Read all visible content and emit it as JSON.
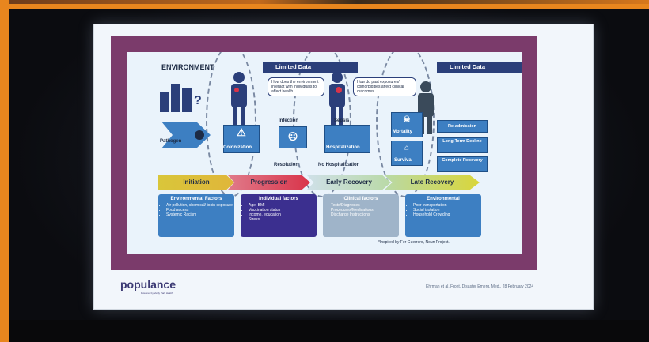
{
  "slide": {
    "environment_label": "ENVIRONMENT",
    "limited_data_1": "Limited Data",
    "limited_data_2": "Limited Data",
    "question_1": "How does the environment interact with individuals to affect health",
    "question_2": "How do past exposures/ comorbidities affect clinical outcomes",
    "pathogen": "Pathogen",
    "colonization": "Colonization",
    "infection": "Infection",
    "resolution": "Resolution",
    "sepsis": "Sepsis",
    "hospitalization": "Hospitalization",
    "no_hospitalization": "No Hospitalization",
    "mortality": "Mortality",
    "survival": "Survival",
    "readmission": "Re-admission",
    "long_term_decline": "Long-Term Decline",
    "complete_recovery": "Complete Recovery",
    "phases": [
      "Initiation",
      "Progression",
      "Early Recovery",
      "Late Recovery"
    ],
    "panels": [
      {
        "title": "Environmental Factors",
        "items": [
          "Air pollution, chemical/ toxin exposure",
          "Food access",
          "Systemic Racism"
        ]
      },
      {
        "title": "Individual factors",
        "items": [
          "Age, BMI",
          "Vaccination status",
          "Income, education",
          "Stress"
        ]
      },
      {
        "title": "Clinical factors",
        "items": [
          "Tests/Diagnoses",
          "Procedures/Medications",
          "Discharge Instructions"
        ]
      },
      {
        "title": "Environmental",
        "items": [
          "Poor transportation",
          "Social isolation",
          "Household Crowding"
        ]
      }
    ],
    "credit": "*Inspired by Fer Guerrero, Noun Project.",
    "logo": "populance",
    "logo_sub": "Powered by Verily Parti Health",
    "citation": "Ehrman et al. Front. Disaster Emerg. Med., 28 February 2024"
  },
  "colors": {
    "frame_orange": "#e8861e",
    "slide_border": "#7b3b6b",
    "navy": "#2b3f7a",
    "box_blue": "#3d7fc2"
  }
}
